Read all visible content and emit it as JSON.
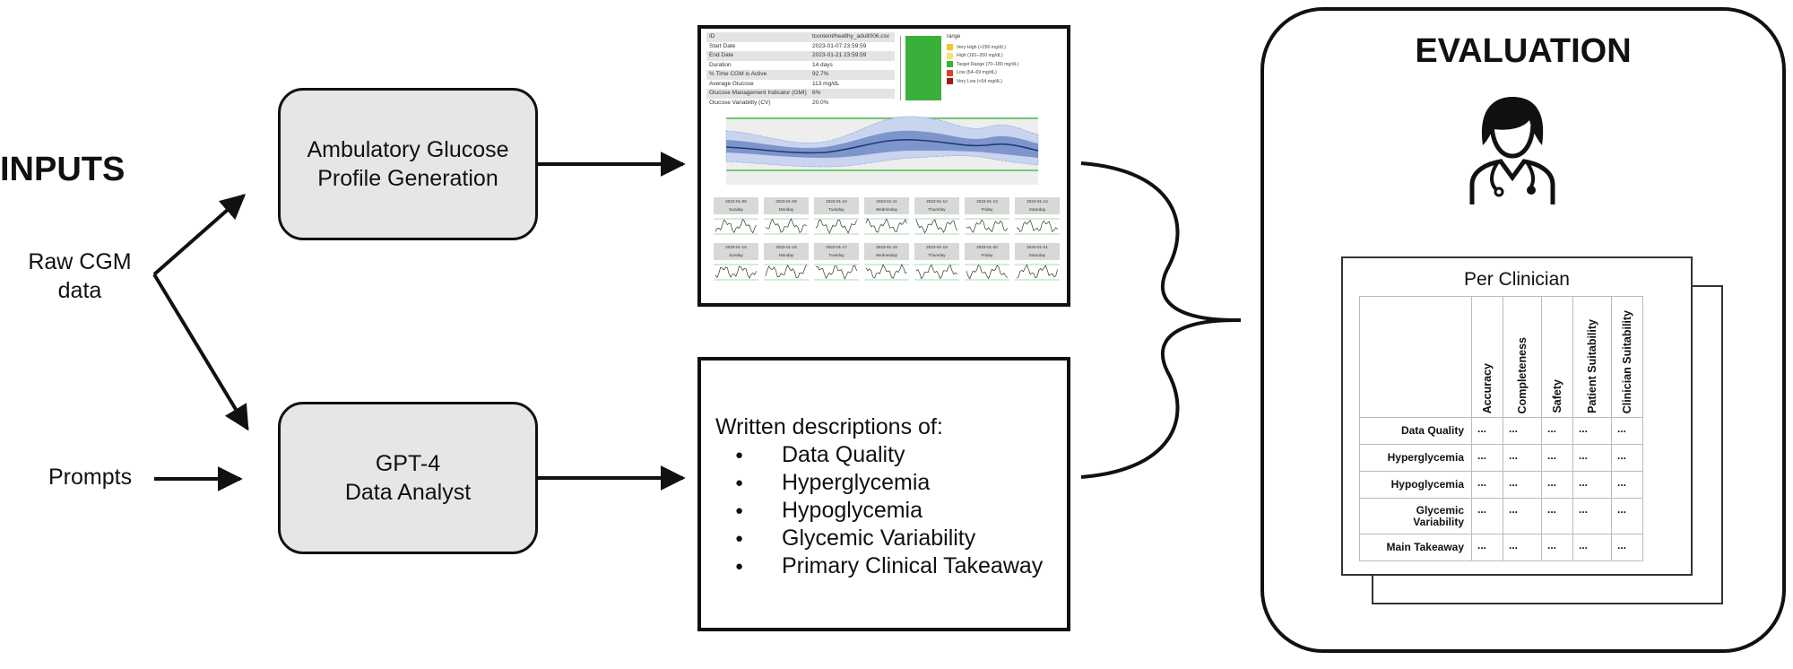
{
  "inputs": {
    "heading": "INPUTS",
    "raw_cgm_line1": "Raw CGM",
    "raw_cgm_line2": "data",
    "prompts": "Prompts"
  },
  "processes": {
    "agp_line1": "Ambulatory Glucose",
    "agp_line2": "Profile Generation",
    "gpt_line1": "GPT-4",
    "gpt_line2": "Data Analyst"
  },
  "agp_report": {
    "stats": [
      {
        "key": "ID",
        "value": "tcontent/healthy_adult006.csv"
      },
      {
        "key": "Start Date",
        "value": "2023-01-07 23:59:59"
      },
      {
        "key": "End Date",
        "value": "2023-01-21 23:59:59"
      },
      {
        "key": "Duration",
        "value": "14 days"
      },
      {
        "key": "% Time CGM is Active",
        "value": "92.7%"
      },
      {
        "key": "Average Glucose",
        "value": "113 mg/dL"
      },
      {
        "key": "Glucose Management Indicator (GMI)",
        "value": "6%"
      },
      {
        "key": "Glucose Variability (CV)",
        "value": "20.0%"
      }
    ],
    "range_legend_title": "range",
    "range_legend": [
      {
        "label": "Very High (>250 mg/dL)",
        "color": "#f4c430"
      },
      {
        "label": "High (181–250 mg/dL)",
        "color": "#f7e36b"
      },
      {
        "label": "Target Range (70–180 mg/dL)",
        "color": "#3ab03a"
      },
      {
        "label": "Low (54–69 mg/dL)",
        "color": "#d9432c"
      },
      {
        "label": "Very Low (<54 mg/dL)",
        "color": "#9b1c1c"
      }
    ],
    "day_rows": [
      [
        {
          "date": "2023-01-08",
          "day": "Sunday"
        },
        {
          "date": "2023-01-09",
          "day": "Monday"
        },
        {
          "date": "2023-01-10",
          "day": "Tuesday"
        },
        {
          "date": "2023-01-11",
          "day": "Wednesday"
        },
        {
          "date": "2023-01-12",
          "day": "Thursday"
        },
        {
          "date": "2023-01-13",
          "day": "Friday"
        },
        {
          "date": "2023-01-14",
          "day": "Saturday"
        }
      ],
      [
        {
          "date": "2023-01-15",
          "day": "Sunday"
        },
        {
          "date": "2023-01-16",
          "day": "Monday"
        },
        {
          "date": "2023-01-17",
          "day": "Tuesday"
        },
        {
          "date": "2023-01-18",
          "day": "Wednesday"
        },
        {
          "date": "2023-01-19",
          "day": "Thursday"
        },
        {
          "date": "2023-01-20",
          "day": "Friday"
        },
        {
          "date": "2023-01-21",
          "day": "Saturday"
        }
      ]
    ]
  },
  "descriptions": {
    "title": "Written descriptions of:",
    "items": [
      "Data Quality",
      "Hyperglycemia",
      "Hypoglycemia",
      "Glycemic Variability",
      "Primary Clinical Takeaway"
    ]
  },
  "evaluation": {
    "title": "EVALUATION",
    "sheet_title": "Per Clinician",
    "columns": [
      "Accuracy",
      "Completeness",
      "Safety",
      "Patient Suitability",
      "Clinician Suitability"
    ],
    "rows": [
      {
        "label_line1": "Data Quality",
        "label_line2": ""
      },
      {
        "label_line1": "Hyperglycemia",
        "label_line2": ""
      },
      {
        "label_line1": "Hypoglycemia",
        "label_line2": ""
      },
      {
        "label_line1": "Glycemic",
        "label_line2": "Variability"
      },
      {
        "label_line1": "Main Takeaway",
        "label_line2": ""
      }
    ],
    "cell_value": "..."
  },
  "colors": {
    "process_fill": "#e6e6e6",
    "band_outer": "#c9d4ee",
    "band_inner": "#7e95cc",
    "median_line": "#1f3a7a",
    "target_line": "#4cbf4c",
    "tir_bar": "#3ab03a"
  }
}
